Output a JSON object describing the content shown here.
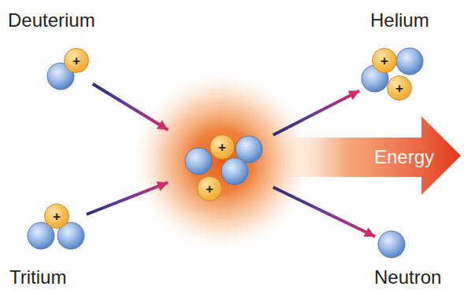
{
  "diagram": {
    "nodes": [
      {
        "text": [
          "Deuterium"
        ]
      },
      {
        "text": [
          "+"
        ],
        "in": 0
      },
      {
        "text": [
          "Helium"
        ]
      },
      {
        "text": [
          "+"
        ],
        "in": 2
      },
      {
        "text": [
          "+"
        ],
        "in": 2
      },
      {
        "text": []
      },
      {
        "text": [
          "+"
        ],
        "in": 5
      },
      {
        "text": [
          "+"
        ],
        "in": 5
      },
      {
        "text": [
          "Energy"
        ]
      },
      {
        "text": [
          "Tritium"
        ]
      },
      {
        "text": [
          "+"
        ],
        "in": 9
      },
      {
        "text": [
          "Neutron"
        ]
      }
    ],
    "edges": [
      {
        "from": 0,
        "to": 5,
        "arrow": "to"
      },
      {
        "from": 5,
        "to": 2,
        "arrow": "to"
      },
      {
        "from": 5,
        "to": 11,
        "arrow": "to"
      },
      {
        "from": 9,
        "to": 5,
        "arrow": "to"
      }
    ]
  }
}
